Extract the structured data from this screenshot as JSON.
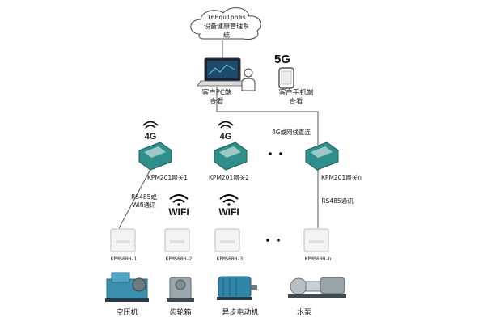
{
  "cloud": {
    "line1": "T6Equiphms",
    "line2": "设备健康管理系",
    "line3": "统"
  },
  "pc": {
    "line1": "客户PC端",
    "line2": "查看"
  },
  "mobile": {
    "badge": "5G",
    "line1": "客户手机端",
    "line2": "查看"
  },
  "link_note": "4G或网线直连",
  "gateways": [
    {
      "badge": "4G",
      "label": "KPM201网关1"
    },
    {
      "badge": "4G",
      "label": "KPM201网关2"
    },
    {
      "badge": "",
      "label": "KPM201网关n"
    }
  ],
  "comm": {
    "left_line1": "RS485或",
    "left_line2": "Wifi通讯",
    "wifi1": "WIFI",
    "wifi2": "WIFI",
    "right": "RS485通讯"
  },
  "sensors": [
    "KPMS60H-1",
    "KPMS60H-2",
    "KPMS60H-3",
    "KPMS60H-n"
  ],
  "equipment": [
    "空压机",
    "齿轮箱",
    "异步电动机",
    "水泵"
  ],
  "colors": {
    "gateway": "#2f8f8a",
    "gateway_dark": "#1f5f5c",
    "equipment": "#3d8fb0",
    "line": "#555555"
  }
}
